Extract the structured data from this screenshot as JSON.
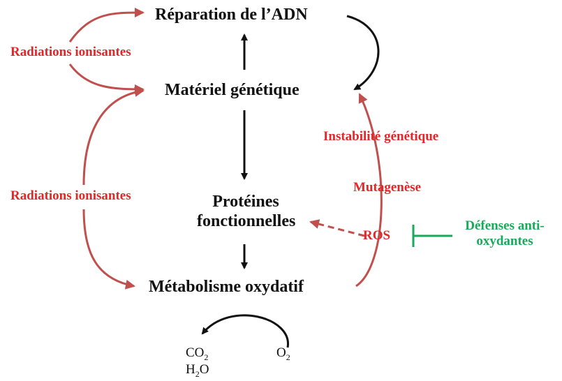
{
  "nodes": {
    "dna_repair": "Réparation de l’ADN",
    "genetic_material": "Matériel génétique",
    "functional_proteins_1": "Protéines",
    "functional_proteins_2": "fonctionnelles",
    "oxidative_metabolism": "Métabolisme oxydatif"
  },
  "labels": {
    "ionizing_top": "Radiations ionisantes",
    "ionizing_middle": "Radiations ionisantes",
    "genetic_instability": "Instabilité génétique",
    "mutagenesis": "Mutagenèse",
    "ros": "ROS",
    "antioxidant_1": "Défenses anti-",
    "antioxidant_2": "oxydantes"
  },
  "molecules": {
    "co2_base": "CO",
    "co2_sub": "2",
    "h2o_h": "H",
    "h2o_sub": "2",
    "h2o_o": "O",
    "o2_base": "O",
    "o2_sub": "2"
  },
  "colors": {
    "black_arrow": "#111111",
    "red_arrow": "#c0504d",
    "red_text": "#e3262a",
    "green": "#1aa95a"
  }
}
